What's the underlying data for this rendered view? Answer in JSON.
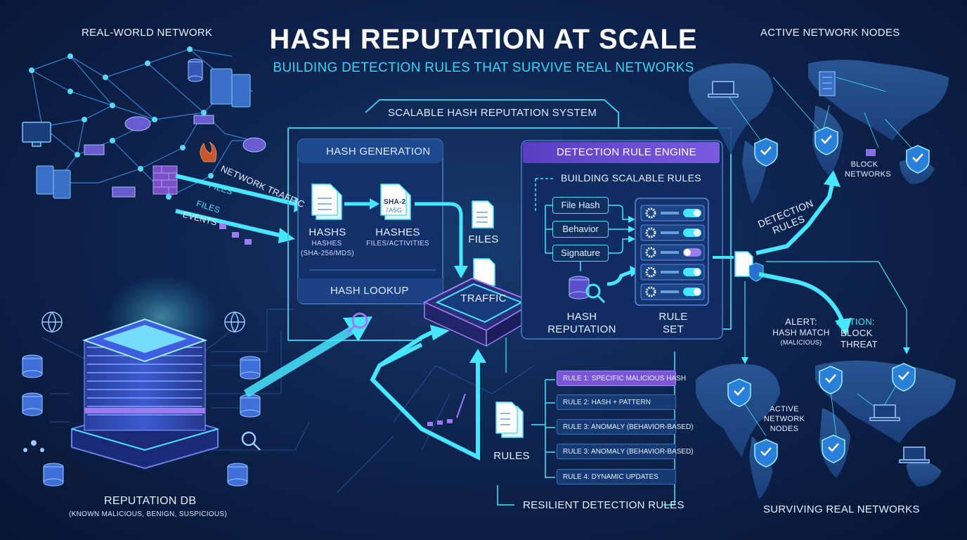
{
  "header": {
    "title": "HASH REPUTATION AT SCALE",
    "subtitle": "BUILDING DETECTION RULES THAT SURVIVE REAL NETWORKS"
  },
  "corners": {
    "top_left": "REAL-WORLD NETWORK",
    "top_right": "ACTIVE NETWORK NODES",
    "bottom_right": "SURVIVING REAL NETWORKS"
  },
  "flow_labels": {
    "network_traffic": "NETWORK TRAFFIC",
    "files_1": "FILES",
    "files_2": "FILES",
    "events": "EVENTS",
    "detection_rules": "DETECTION RULES"
  },
  "system": {
    "title": "SCALABLE HASH REPUTATION SYSTEM",
    "hash_generation": {
      "title": "HASH GENERATION",
      "doc1_label": "HASHS",
      "doc1_sub": "HASHES",
      "doc1_sub2": "(SHA-256/MDS)",
      "doc2_text1": "SHA-2",
      "doc2_text2": "7A5G",
      "doc2_label": "HASHES",
      "doc2_sub": "FILES/ACTIVITIES"
    },
    "files_label": "FILES",
    "hash_lookup": "HASH LOOKUP",
    "traffic_label": "TRAFFIC",
    "rule_engine": {
      "title": "DETECTION RULE ENGINE",
      "building": "BUILDING SCALABLE RULES",
      "inputs": [
        "File Hash",
        "Behavior",
        "Signature"
      ],
      "hash_reputation_1": "HASH",
      "hash_reputation_2": "REPUTATION",
      "rule_set_1": "RULE",
      "rule_set_2": "SET",
      "toggles": [
        true,
        true,
        false,
        true,
        true
      ]
    }
  },
  "reputation_db": {
    "title": "REPUTATION DB",
    "subtitle": "(KNOWN MALICIOUS, BENIGN, SUSPICIOUS)"
  },
  "rules_panel": {
    "rules_icon_label": "RULES",
    "items": [
      "RULE 1: SPECIFIC MALICIOUS HASH",
      "RULE 2: HASH + PATTERN",
      "RULE 3: ANOMALY (BEHAVIOR-BASED)",
      "RULE 3: ANOMALY (BEHAVIOR-BASED)",
      "RULE 4: DYNAMIC UPDATES"
    ],
    "footer": "RESILIENT DETECTION RULES"
  },
  "right_side": {
    "block_networks_1": "BLOCK",
    "block_networks_2": "NETWORKS",
    "alert_1": "ALERT:",
    "alert_2": "HASH MATCH",
    "alert_3": "(MALICIOUS)",
    "action_1": "ACTION:",
    "action_2": "BLOCK",
    "action_3": "THREAT",
    "active_1": "ACTIVE",
    "active_2": "NETWORK",
    "active_3": "NODES"
  },
  "colors": {
    "accent_cyan": "#35d7f5",
    "accent_purple": "#7b5ae0",
    "background": "#0b1a3c"
  }
}
